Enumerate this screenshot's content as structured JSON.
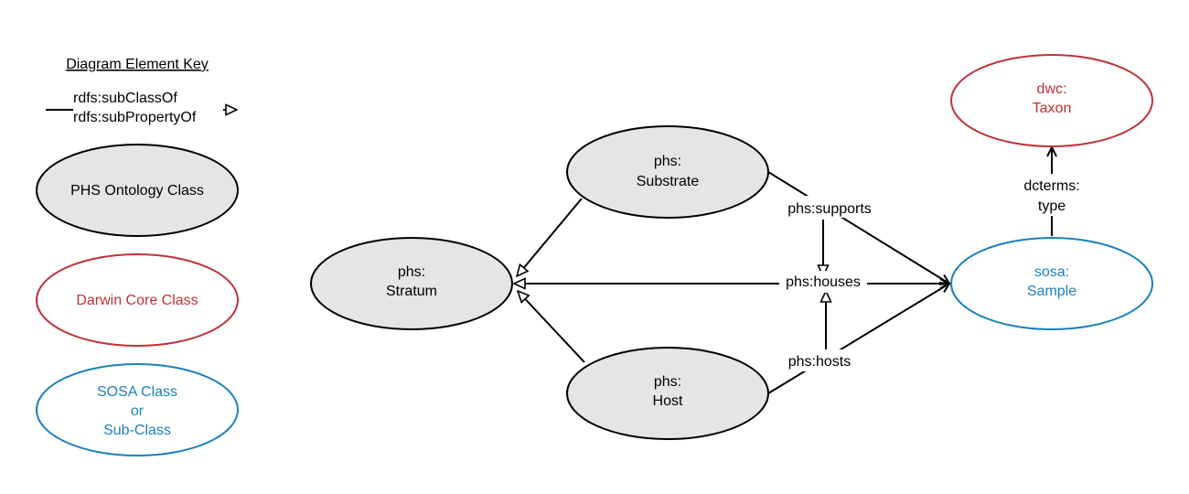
{
  "key": {
    "title": "Diagram Element Key",
    "edge_line1": "rdfs:subClassOf",
    "edge_line2": "rdfs:subPropertyOf",
    "phs_class": "PHS Ontology Class",
    "dwc_class": "Darwin Core Class",
    "sosa_line1": "SOSA Class",
    "sosa_line2": "or",
    "sosa_line3": "Sub-Class"
  },
  "nodes": {
    "substrate": {
      "line1": "phs:",
      "line2": "Substrate"
    },
    "stratum": {
      "line1": "phs:",
      "line2": "Stratum"
    },
    "host": {
      "line1": "phs:",
      "line2": "Host"
    },
    "sample": {
      "line1": "sosa:",
      "line2": "Sample"
    },
    "taxon": {
      "line1": "dwc:",
      "line2": "Taxon"
    }
  },
  "edges": {
    "supports": "phs:supports",
    "houses": "phs:houses",
    "hosts": "phs:hosts",
    "type_line1": "dcterms:",
    "type_line2": "type"
  },
  "colors": {
    "phs_fill": "#e5e5e5",
    "dwc_stroke": "#c0303a",
    "sosa_stroke": "#1a7fbf"
  }
}
